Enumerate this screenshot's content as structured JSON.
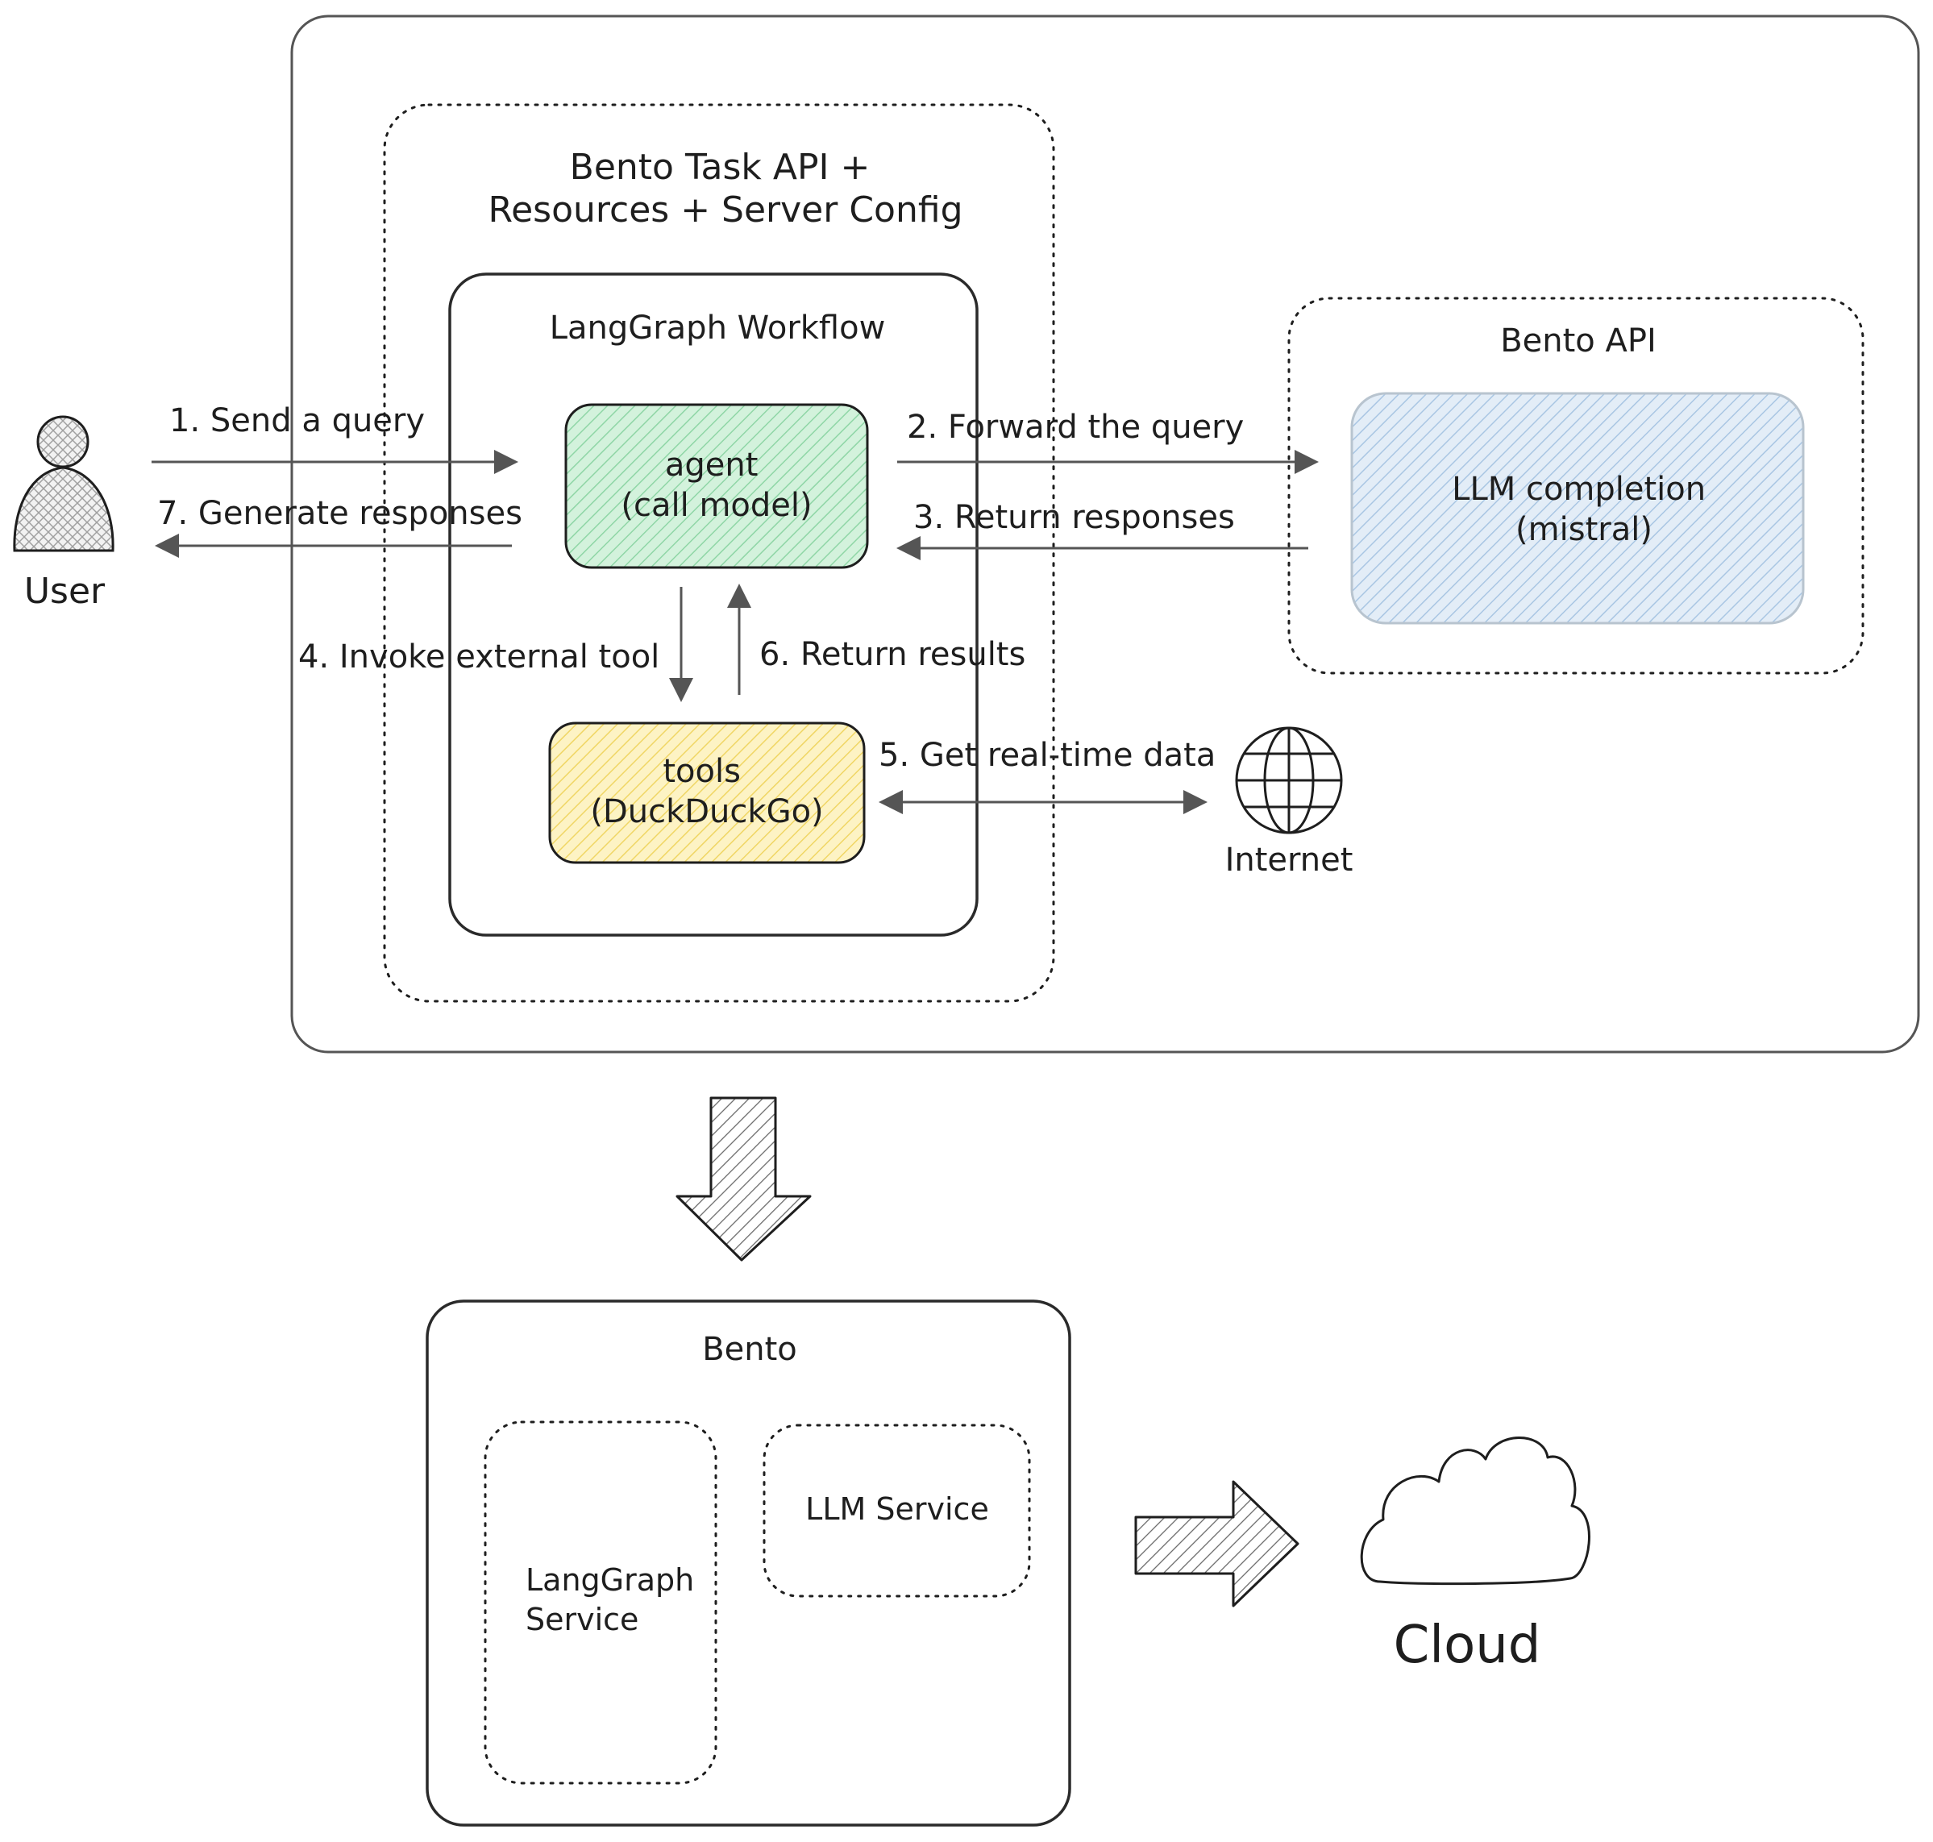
{
  "diagram": {
    "containers": {
      "task_api": "Bento Task API +\nResources + Server Config",
      "workflow": "LangGraph Workflow",
      "bento_api": "Bento API",
      "bento": "Bento"
    },
    "nodes": {
      "user": "User",
      "agent": "agent\n(call model)",
      "tools": "tools\n(DuckDuckGo)",
      "llm": "LLM completion\n(mistral)",
      "internet": "Internet",
      "langgraph_service": "LangGraph\nService",
      "llm_service": "LLM Service",
      "cloud": "Cloud"
    },
    "steps": [
      "1. Send a query",
      "2. Forward the query",
      "3. Return responses",
      "4. Invoke external tool",
      "5. Get real-time data",
      "6. Return results",
      "7. Generate responses"
    ],
    "colors": {
      "agent_fill": "#d3f2dc",
      "agent_hatch": "#8fd6a6",
      "tools_fill": "#fdf3c4",
      "tools_hatch": "#f0d664",
      "llm_fill": "#e3edf7",
      "llm_hatch": "#a9c6e3",
      "stroke": "#1e1e1e",
      "arrow": "#555555"
    }
  }
}
